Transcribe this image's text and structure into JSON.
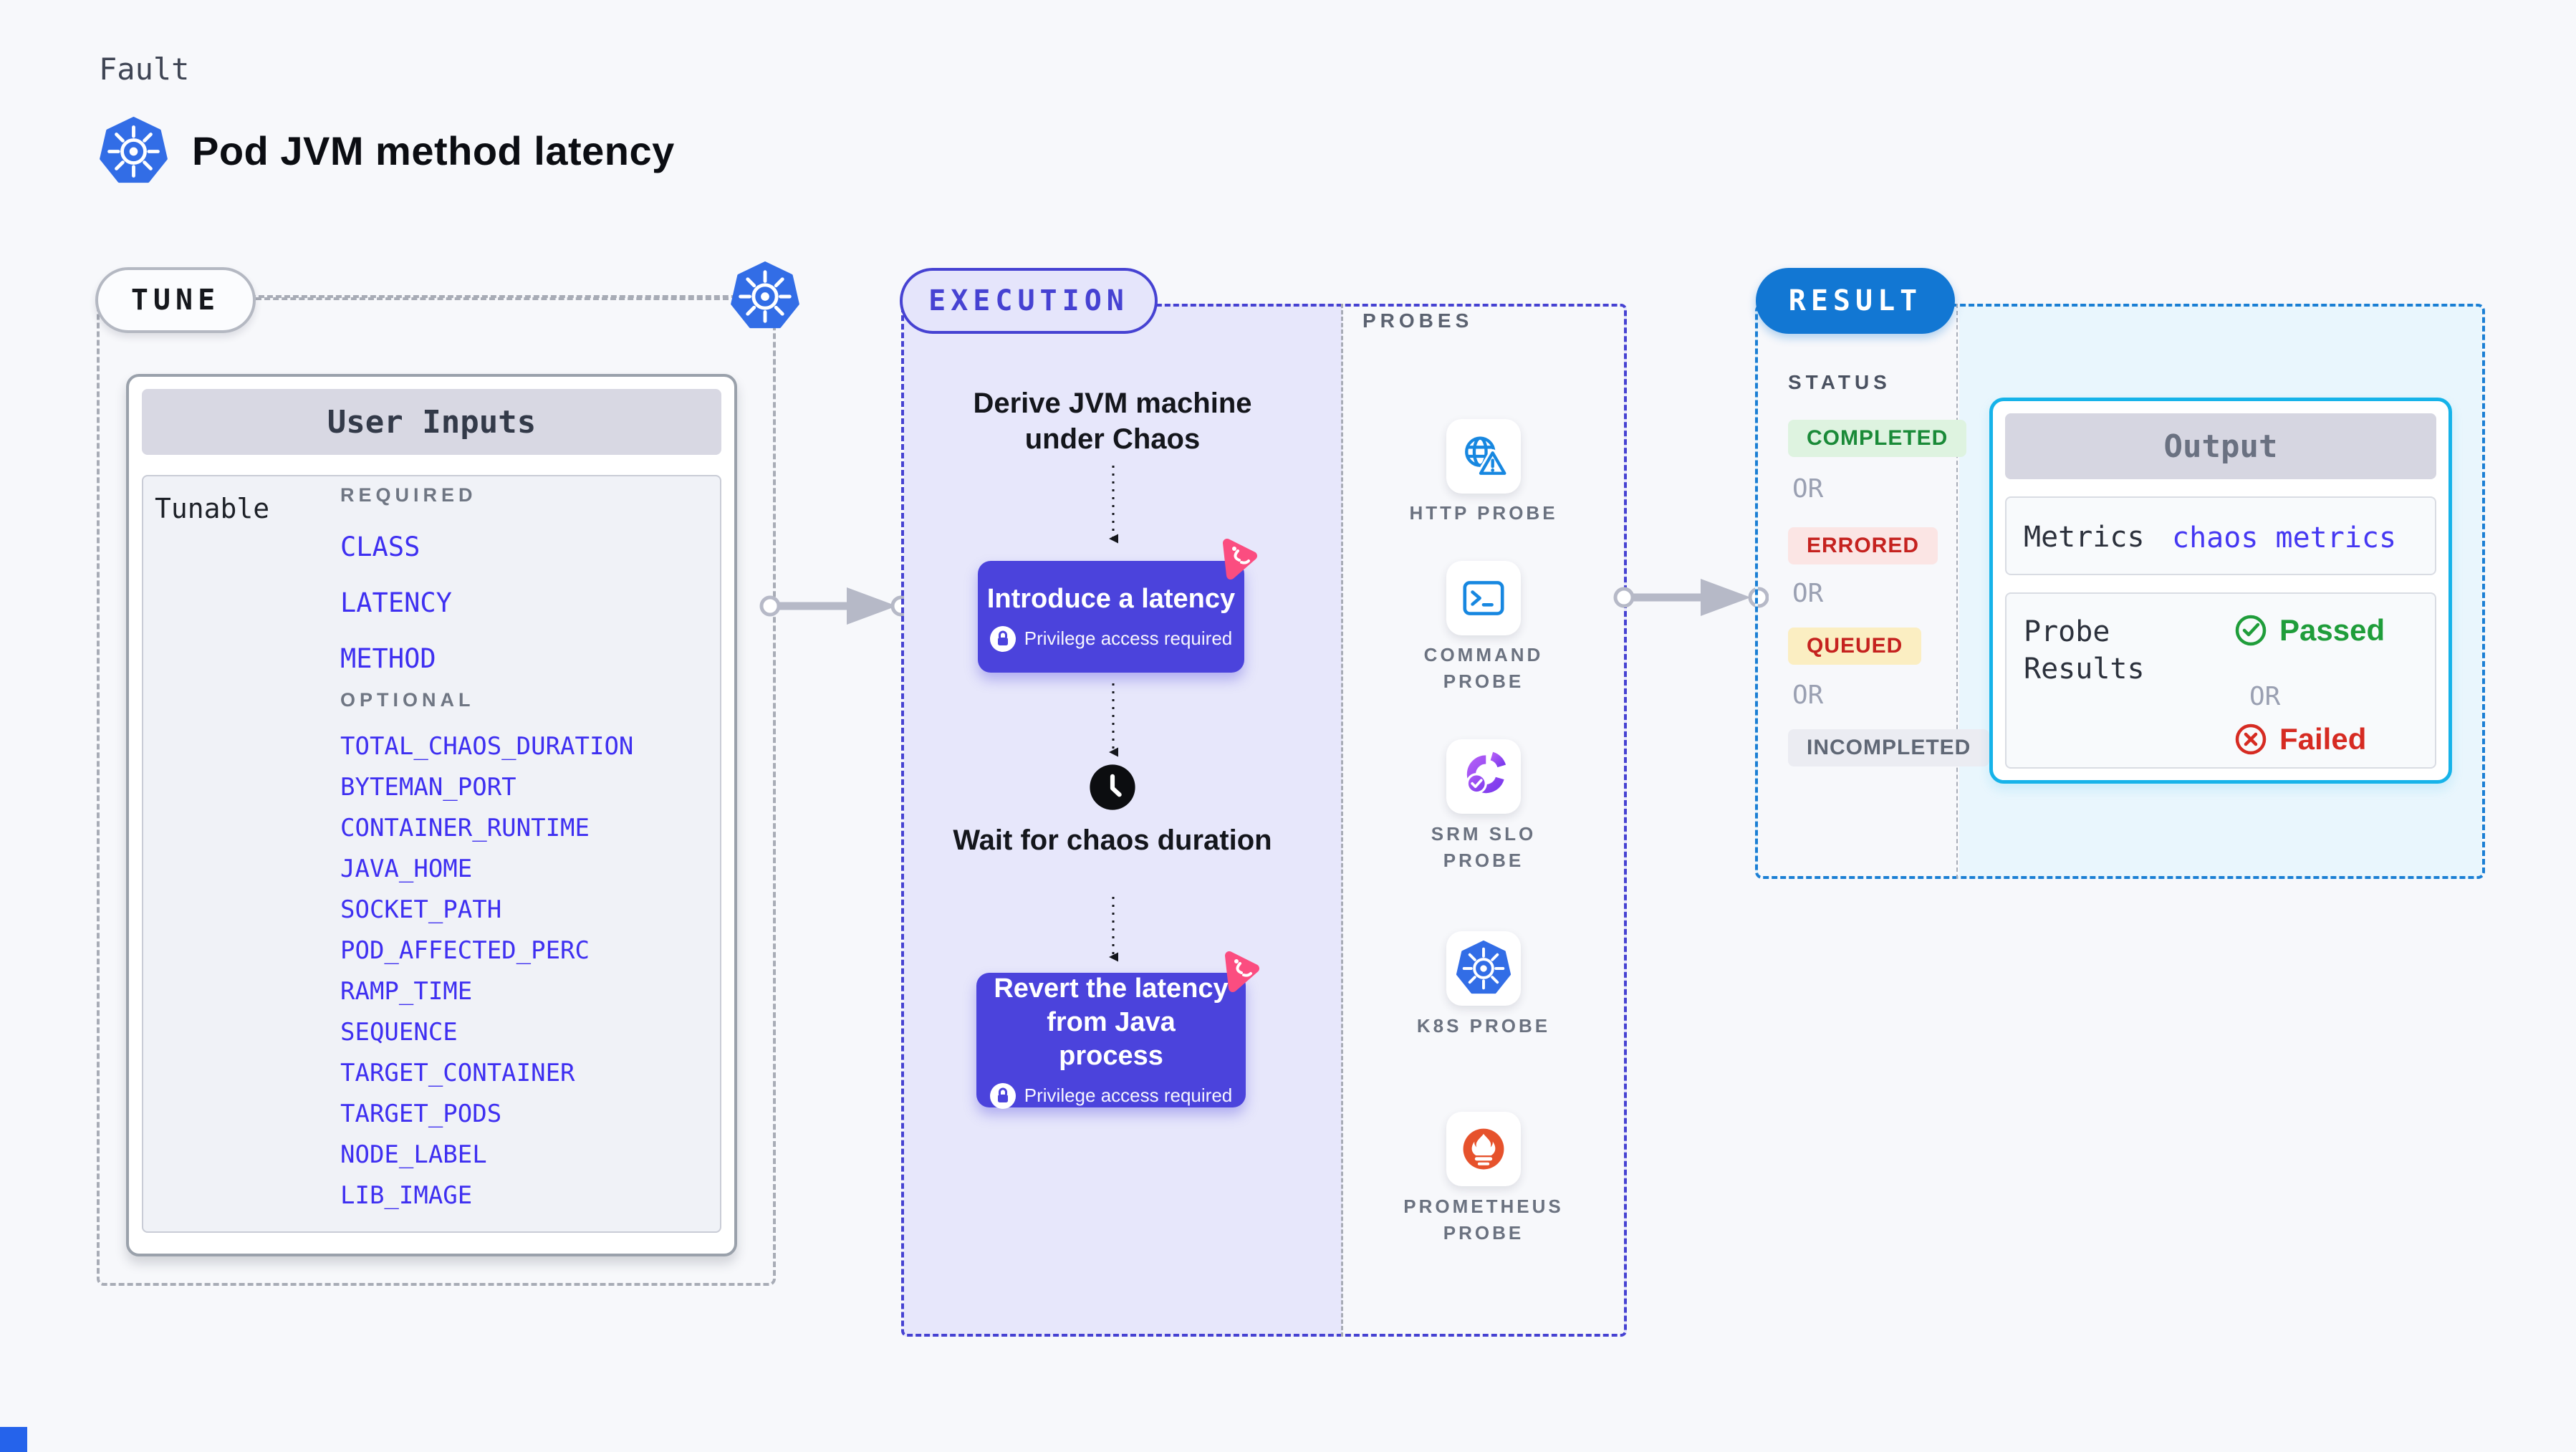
{
  "header": {
    "fault_label": "Fault",
    "title": "Pod JVM method latency",
    "title_icon": "kubernetes-icon"
  },
  "tune": {
    "pill": "TUNE",
    "corner_icon": "kubernetes-icon",
    "user_inputs_header": "User Inputs",
    "tunable_label": "Tunable",
    "required_label": "REQUIRED",
    "required": [
      "CLASS",
      "LATENCY",
      "METHOD"
    ],
    "optional_label": "OPTIONAL",
    "optional": [
      "TOTAL_CHAOS_DURATION",
      "BYTEMAN_PORT",
      "CONTAINER_RUNTIME",
      "JAVA_HOME",
      "SOCKET_PATH",
      "POD_AFFECTED_PERC",
      "RAMP_TIME",
      "SEQUENCE",
      "TARGET_CONTAINER",
      "TARGET_PODS",
      "NODE_LABEL",
      "LIB_IMAGE"
    ]
  },
  "execution": {
    "pill": "EXECUTION",
    "derive_step": "Derive JVM machine under Chaos",
    "introduce_step": "Introduce a latency",
    "privilege_note": "Privilege access required",
    "wait_step": "Wait for chaos duration",
    "revert_step": "Revert the latency from Java process"
  },
  "probes": {
    "label": "PROBES",
    "items": [
      {
        "label": "HTTP PROBE",
        "icon": "globe-alert-icon"
      },
      {
        "label": "COMMAND PROBE",
        "icon": "terminal-icon"
      },
      {
        "label": "SRM SLO PROBE",
        "icon": "slo-pie-check-icon"
      },
      {
        "label": "K8S PROBE",
        "icon": "kubernetes-icon"
      },
      {
        "label": "PROMETHEUS PROBE",
        "icon": "prometheus-flame-icon"
      }
    ]
  },
  "result": {
    "pill": "RESULT",
    "status_label": "STATUS",
    "or_label": "OR",
    "statuses": [
      {
        "label": "COMPLETED",
        "bg": "#def3e0",
        "color": "#1a8a38"
      },
      {
        "label": "ERRORED",
        "bg": "#fbe5e4",
        "color": "#c5221f"
      },
      {
        "label": "QUEUED",
        "bg": "#fbeec2",
        "color": "#c5221f"
      },
      {
        "label": "INCOMPLETED",
        "bg": "#ebecf2",
        "color": "#5f6775"
      }
    ],
    "output": {
      "header": "Output",
      "metrics_label": "Metrics",
      "metrics_value": "chaos metrics",
      "probe_results_label": "Probe Results",
      "passed_label": "Passed",
      "failed_label": "Failed"
    }
  },
  "colors": {
    "page_bg": "#f7f8fb",
    "accent_indigo": "#4b43dc",
    "param_blue": "#3e2ff1",
    "k8s_blue": "#326de6",
    "probe_blue": "#1787e0",
    "prometheus_orange": "#e6522c",
    "srm_purple": "#8b3df2",
    "result_pill_blue": "#1277d3",
    "result_dash_blue": "#1b7fd4",
    "output_border_cyan": "#16b3e9",
    "pink_badge": "#fb4d80",
    "passed_green": "#1f9d3a",
    "failed_red": "#d62b22",
    "arrow_gray": "#b6b9c7"
  }
}
